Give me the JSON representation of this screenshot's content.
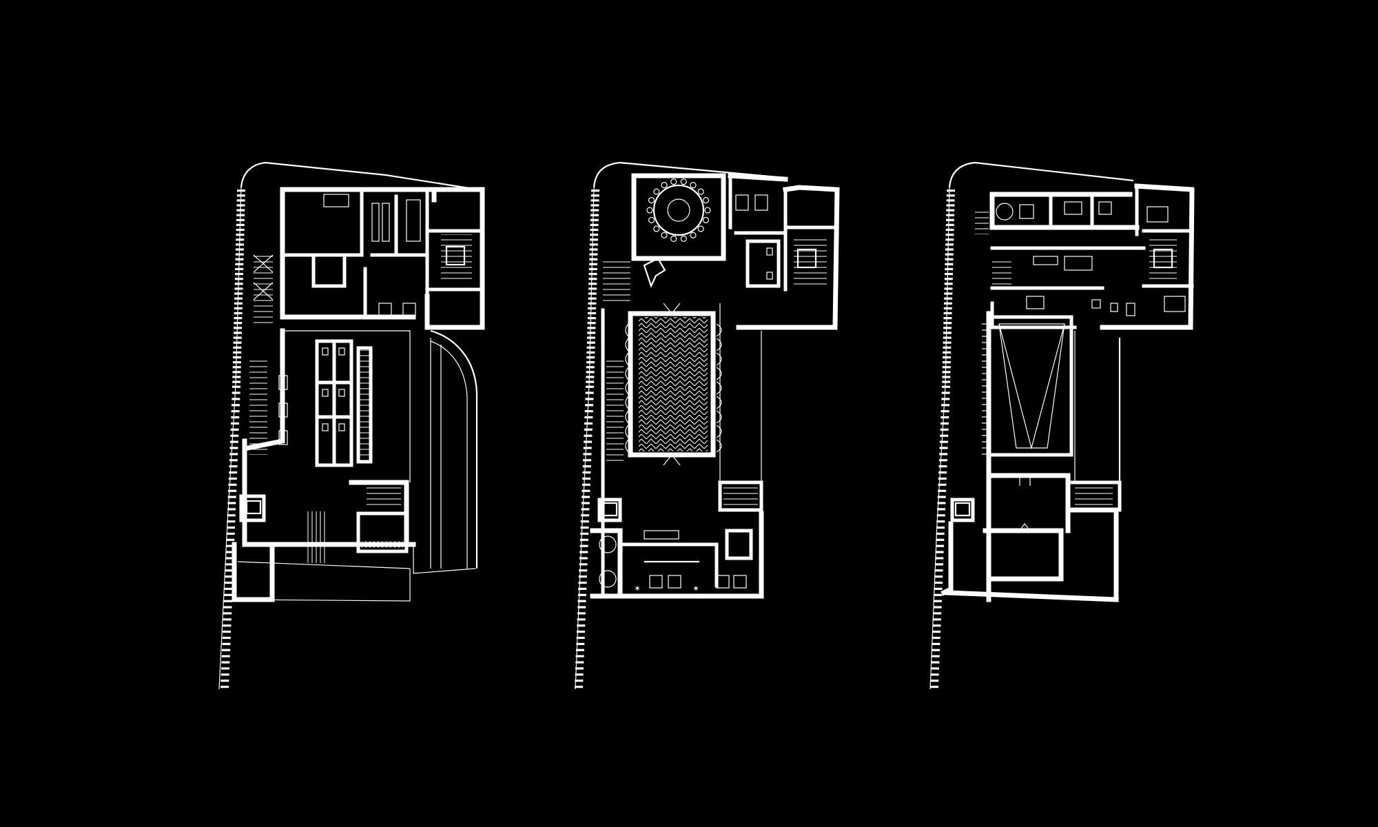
{
  "figure": {
    "background_color": "#000000",
    "line_color": "#ffffff",
    "panels": [
      {
        "id": "plan-ground-floor",
        "icon": "floor-plan-icon"
      },
      {
        "id": "plan-first-floor",
        "icon": "floor-plan-icon"
      },
      {
        "id": "plan-second-floor",
        "icon": "floor-plan-icon"
      }
    ]
  }
}
